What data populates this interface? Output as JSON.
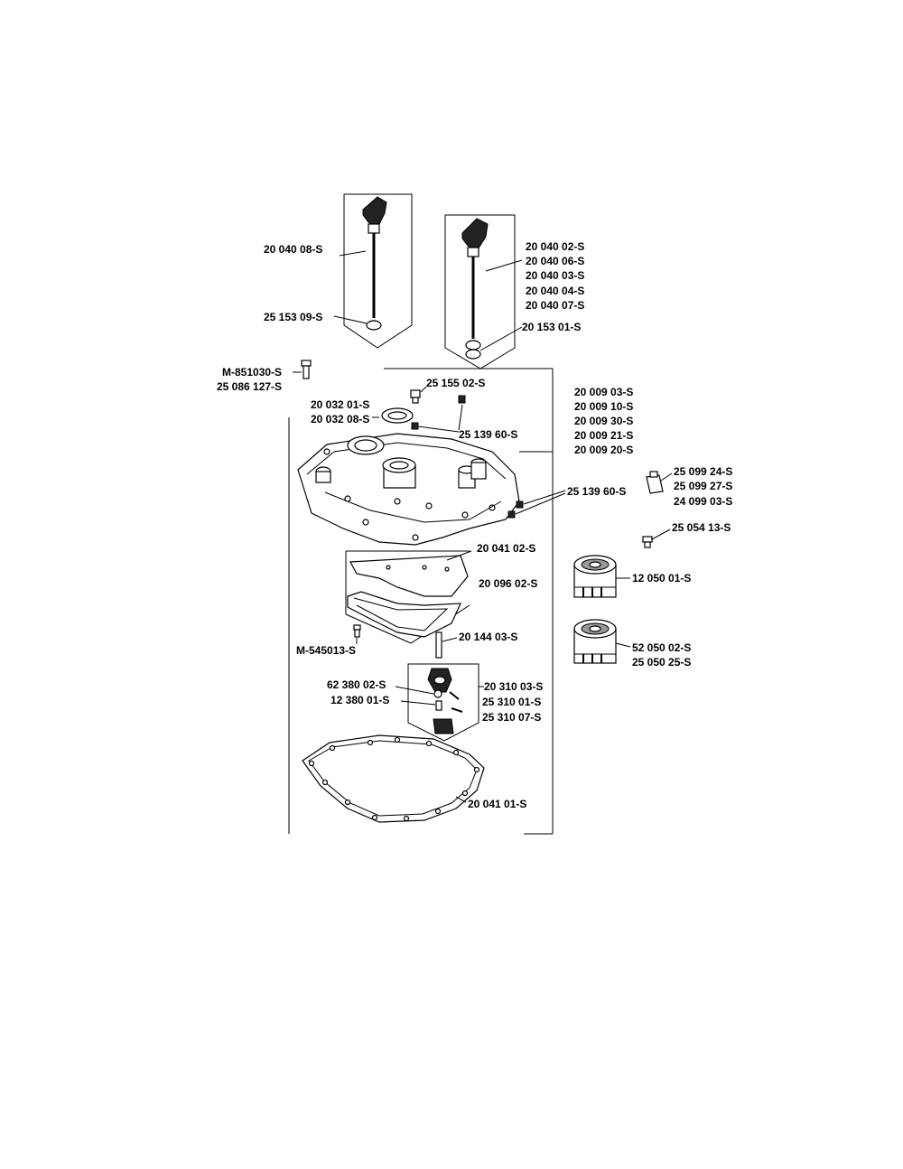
{
  "labels": {
    "dipstick_a": "20 040 08-S",
    "oring_a": "25 153 09-S",
    "dipstick_b": [
      "20 040 02-S",
      "20 040 06-S",
      "20 040 03-S",
      "20 040 04-S",
      "20 040 07-S"
    ],
    "oring_b": "20 153 01-S",
    "bolt": [
      "M-851030-S",
      "25 086 127-S"
    ],
    "cap": "25 155 02-S",
    "seal": [
      "20 032 01-S",
      "20 032 08-S"
    ],
    "plug_top": "25 139 60-S",
    "cover": [
      "20 009 03-S",
      "20 009 10-S",
      "20 009 30-S",
      "20 009 21-S",
      "20 009 20-S"
    ],
    "plug_side": "25 139 60-S",
    "fitting": [
      "25 099 24-S",
      "25 099 27-S",
      "24 099 03-S"
    ],
    "screw": "25 054 13-S",
    "gasket_plate": "20 041 02-S",
    "plate": "20 096 02-S",
    "filter_a": "12 050 01-S",
    "filter_b": [
      "52 050 02-S",
      "25 050 25-S"
    ],
    "pin": "20 144 03-S",
    "small_bolt": "M-545013-S",
    "pump_parts": [
      "62 380 02-S",
      "12 380 01-S"
    ],
    "pump": [
      "20 310 03-S",
      "25 310 01-S",
      "25 310 07-S"
    ],
    "gasket_main": "20 041 01-S"
  }
}
